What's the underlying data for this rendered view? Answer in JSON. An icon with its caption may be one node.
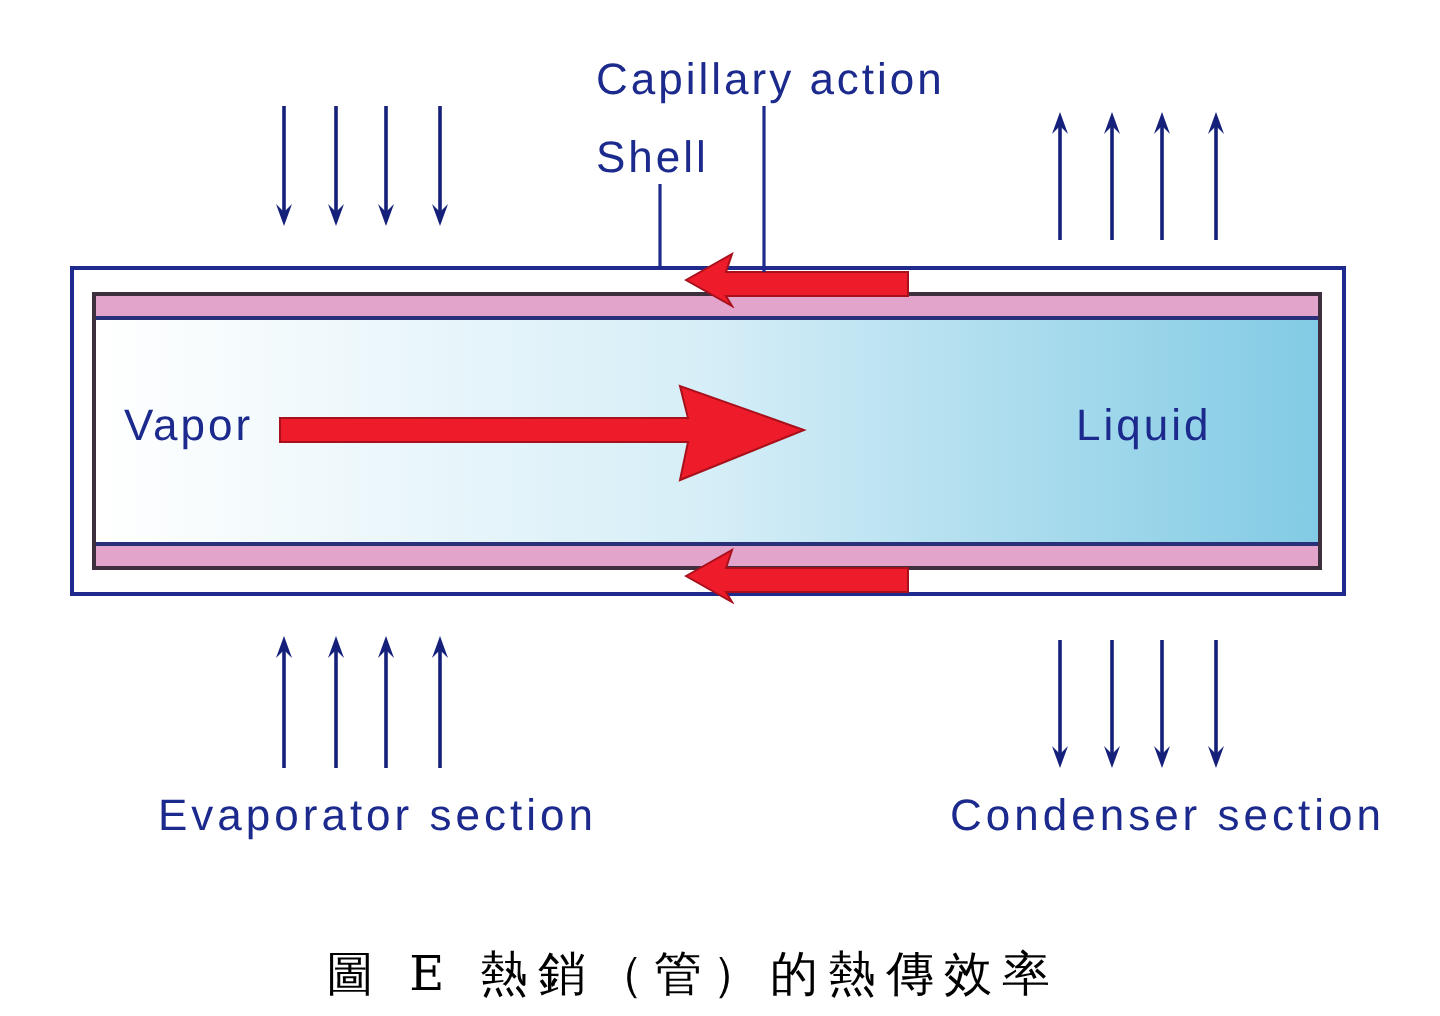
{
  "diagram": {
    "caption": "圖 E 熱銷（管）的熱傳效率",
    "nodes": [
      {
        "text": [
          "Capillary action"
        ]
      },
      {
        "text": [
          "Shell"
        ]
      },
      {
        "text": [],
        "shape": "box"
      },
      {
        "text": [],
        "shape": "arrow"
      },
      {
        "text": [
          "Vapor",
          "Liquid"
        ],
        "in": 2
      },
      {
        "text": [],
        "shape": "arrow"
      }
    ],
    "edges": [
      {
        "from": 0,
        "to": 3,
        "arrow": "none"
      },
      {
        "from": 1,
        "to": 2,
        "arrow": "none"
      }
    ],
    "labels": [
      "Evaporator section",
      "Condenser section"
    ]
  }
}
